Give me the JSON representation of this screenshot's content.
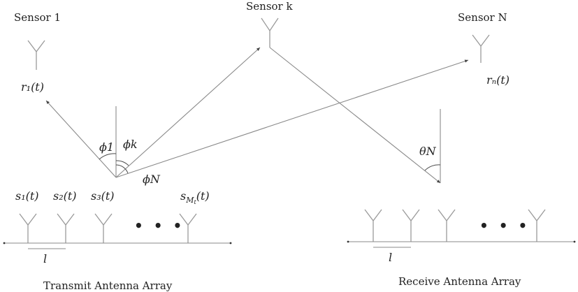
{
  "sensors": {
    "sensor_1": "Sensor 1",
    "sensor_k": "Sensor k",
    "sensor_n": "Sensor N"
  },
  "signals": {
    "r1": "r₁(t)",
    "rN": "rₙ(t)"
  },
  "angles": {
    "phi1": "ϕ1",
    "phik": "ϕk",
    "phiN": "ϕN",
    "thetaN": "θN"
  },
  "transmit": {
    "s1": "s₁(t)",
    "s2": "s₂(t)",
    "s3": "s₃(t)",
    "sMt": "s(t)",
    "sMt_sub": "M",
    "sMt_subsub": "t",
    "ellipsis": "• • •",
    "spacing": "l",
    "caption": "Transmit Antenna Array"
  },
  "receive": {
    "ellipsis": "• • •",
    "spacing": "l",
    "caption": "Receive Antenna Array"
  }
}
